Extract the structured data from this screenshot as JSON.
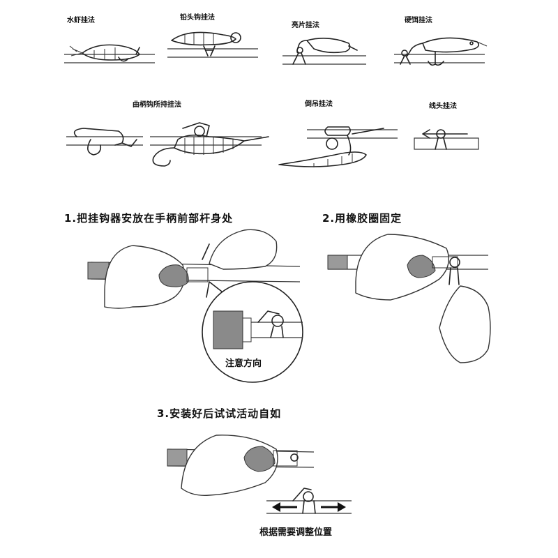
{
  "methods": {
    "m1": "水虾挂法",
    "m2": "铅头钩挂法",
    "m3": "亮片挂法",
    "m4": "硬饵挂法",
    "m5": "曲柄钩所持挂法",
    "m6": "倒吊挂法",
    "m7": "线头挂法"
  },
  "steps": {
    "s1": "1.把挂钩器安放在手柄前部杆身处",
    "s2": "2.用橡胶圈固定",
    "s3": "3.安装好后试试活动自如"
  },
  "notes": {
    "direction": "注意方向",
    "adjust": "根据需要调整位置"
  }
}
